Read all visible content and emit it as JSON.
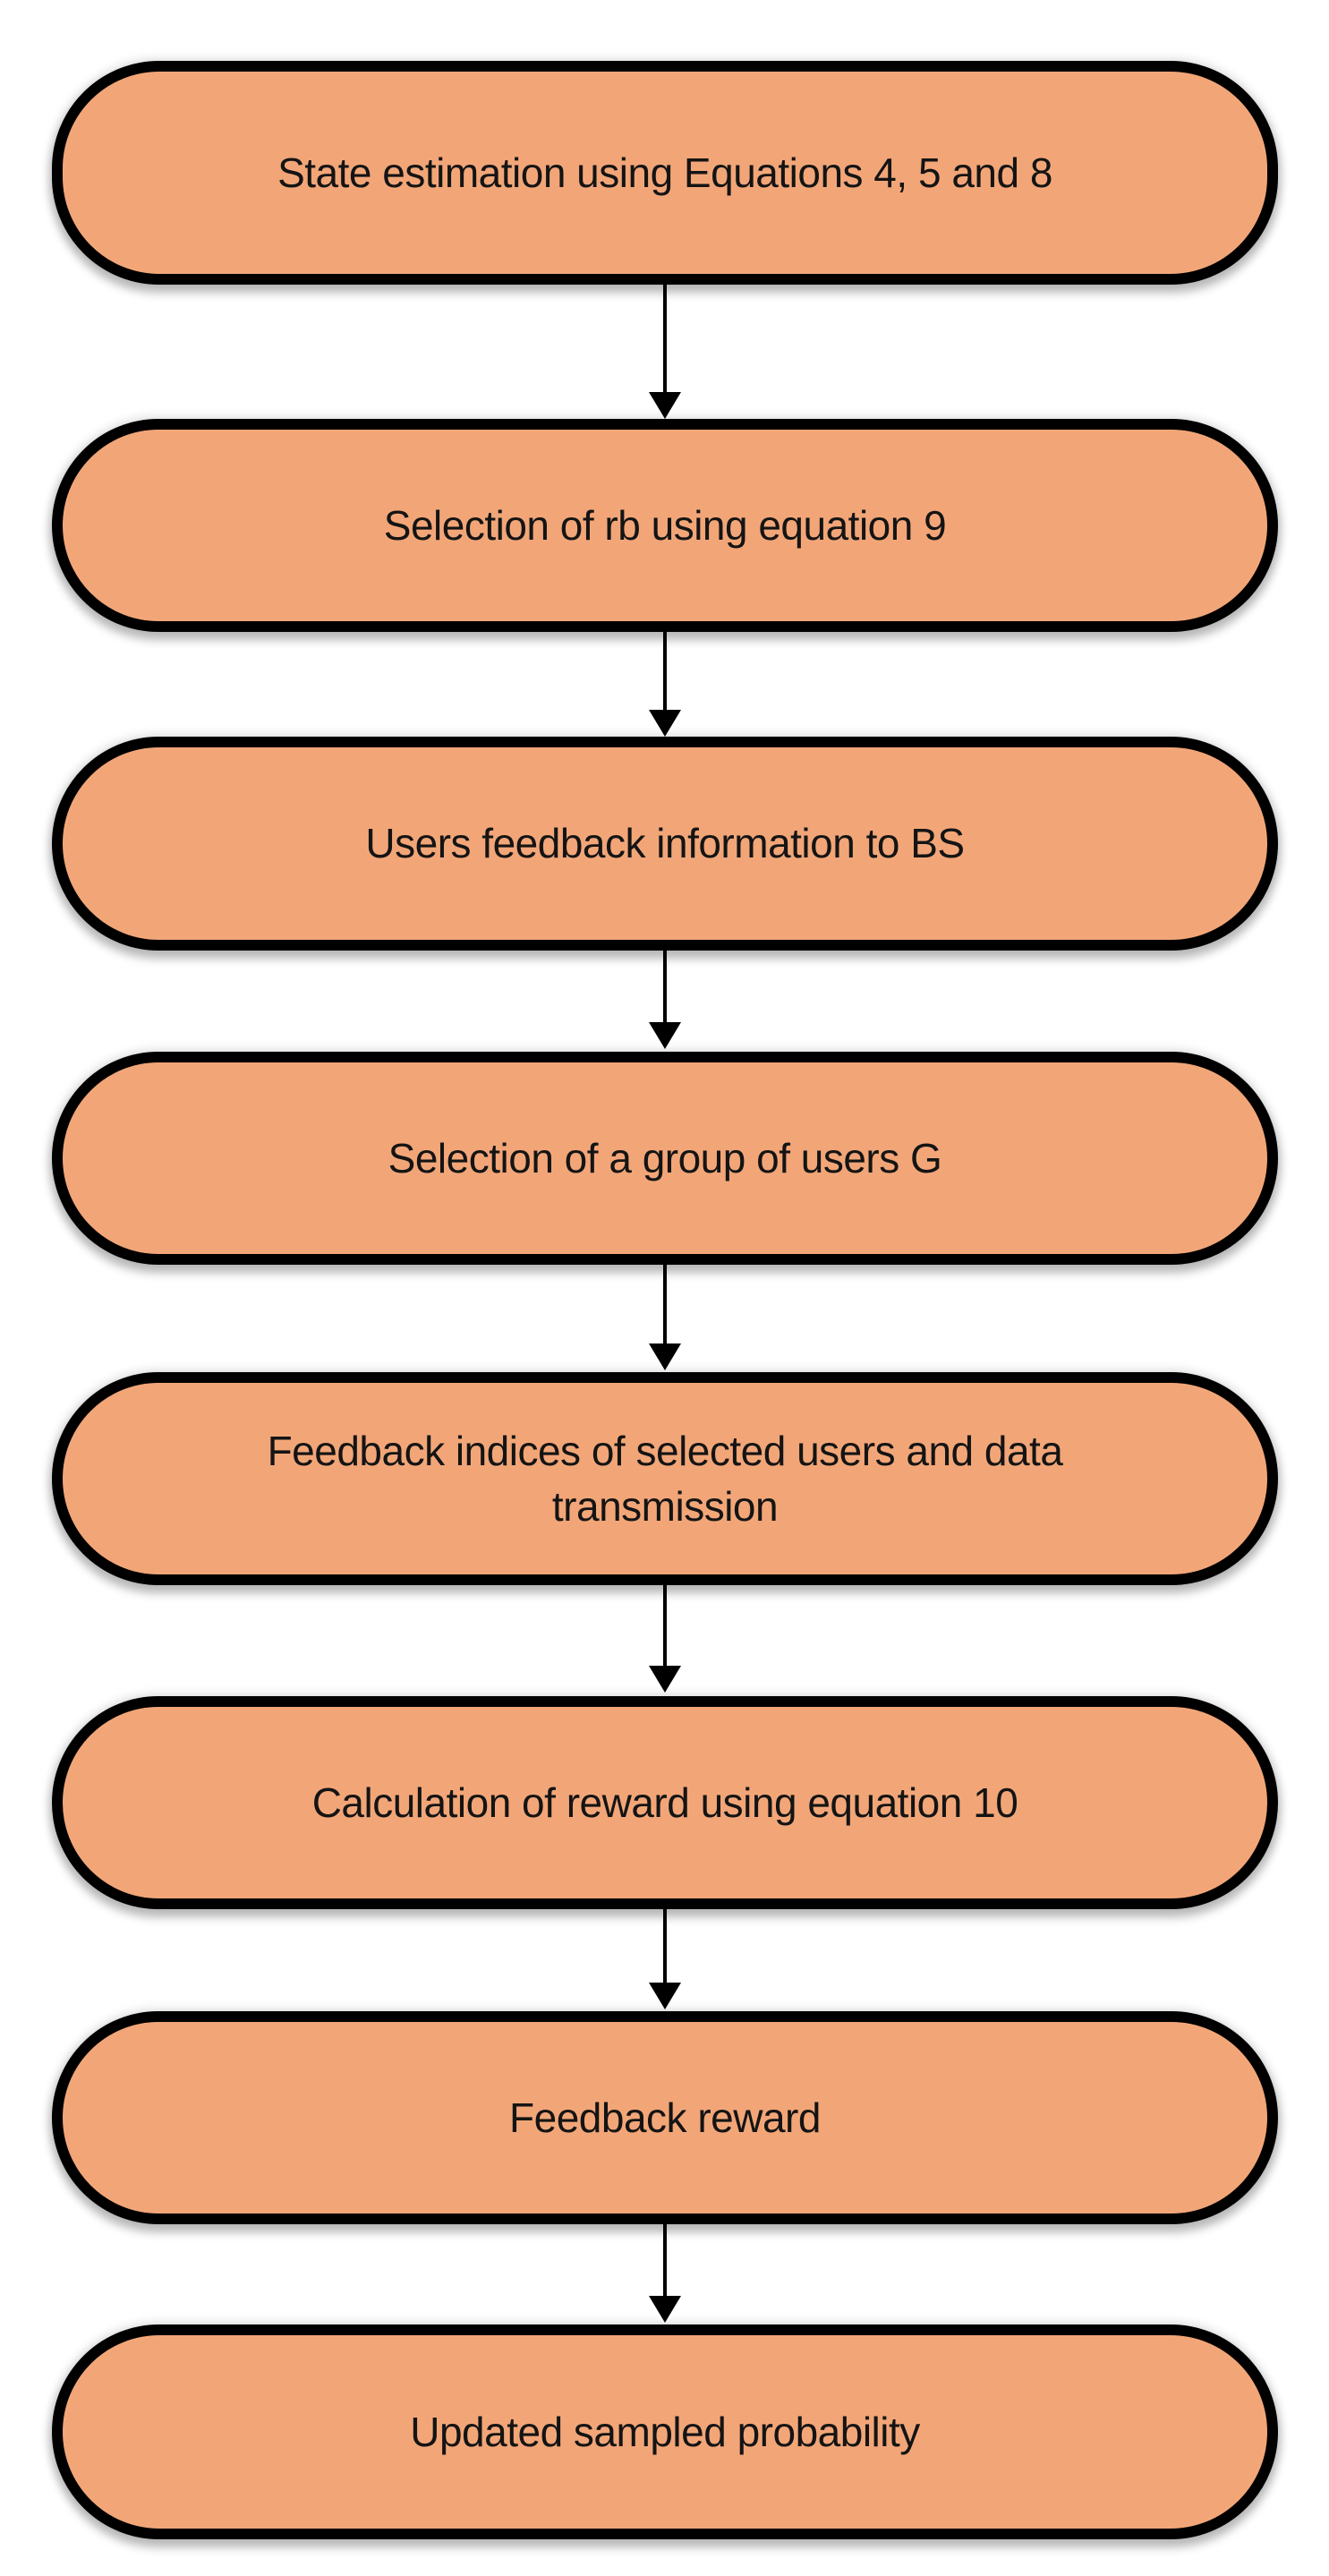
{
  "diagram": {
    "type": "flowchart",
    "direction": "top-down",
    "colors": {
      "node_fill": "#F2A678",
      "node_border": "#000000",
      "text": "#141414",
      "background": "#FFFFFF"
    },
    "nodes": [
      {
        "id": 1,
        "label": "State estimation using Equations 4, 5 and 8"
      },
      {
        "id": 2,
        "label": "Selection of rb using equation 9"
      },
      {
        "id": 3,
        "label": "Users feedback information to BS"
      },
      {
        "id": 4,
        "label": "Selection of a group of users G"
      },
      {
        "id": 5,
        "label": "Feedback indices of selected users and data transmission"
      },
      {
        "id": 6,
        "label": "Calculation of reward using equation 10"
      },
      {
        "id": 7,
        "label": "Feedback reward"
      },
      {
        "id": 8,
        "label": "Updated sampled probability"
      }
    ],
    "connectors": [
      {
        "from": 1,
        "to": 2,
        "style": "down-arrow"
      },
      {
        "from": 2,
        "to": 3,
        "style": "down-arrow"
      },
      {
        "from": 3,
        "to": 4,
        "style": "down-arrow"
      },
      {
        "from": 4,
        "to": 5,
        "style": "down-arrow"
      },
      {
        "from": 5,
        "to": 6,
        "style": "down-arrow"
      },
      {
        "from": 6,
        "to": 7,
        "style": "down-arrow"
      },
      {
        "from": 7,
        "to": 8,
        "style": "down-arrow"
      }
    ]
  }
}
